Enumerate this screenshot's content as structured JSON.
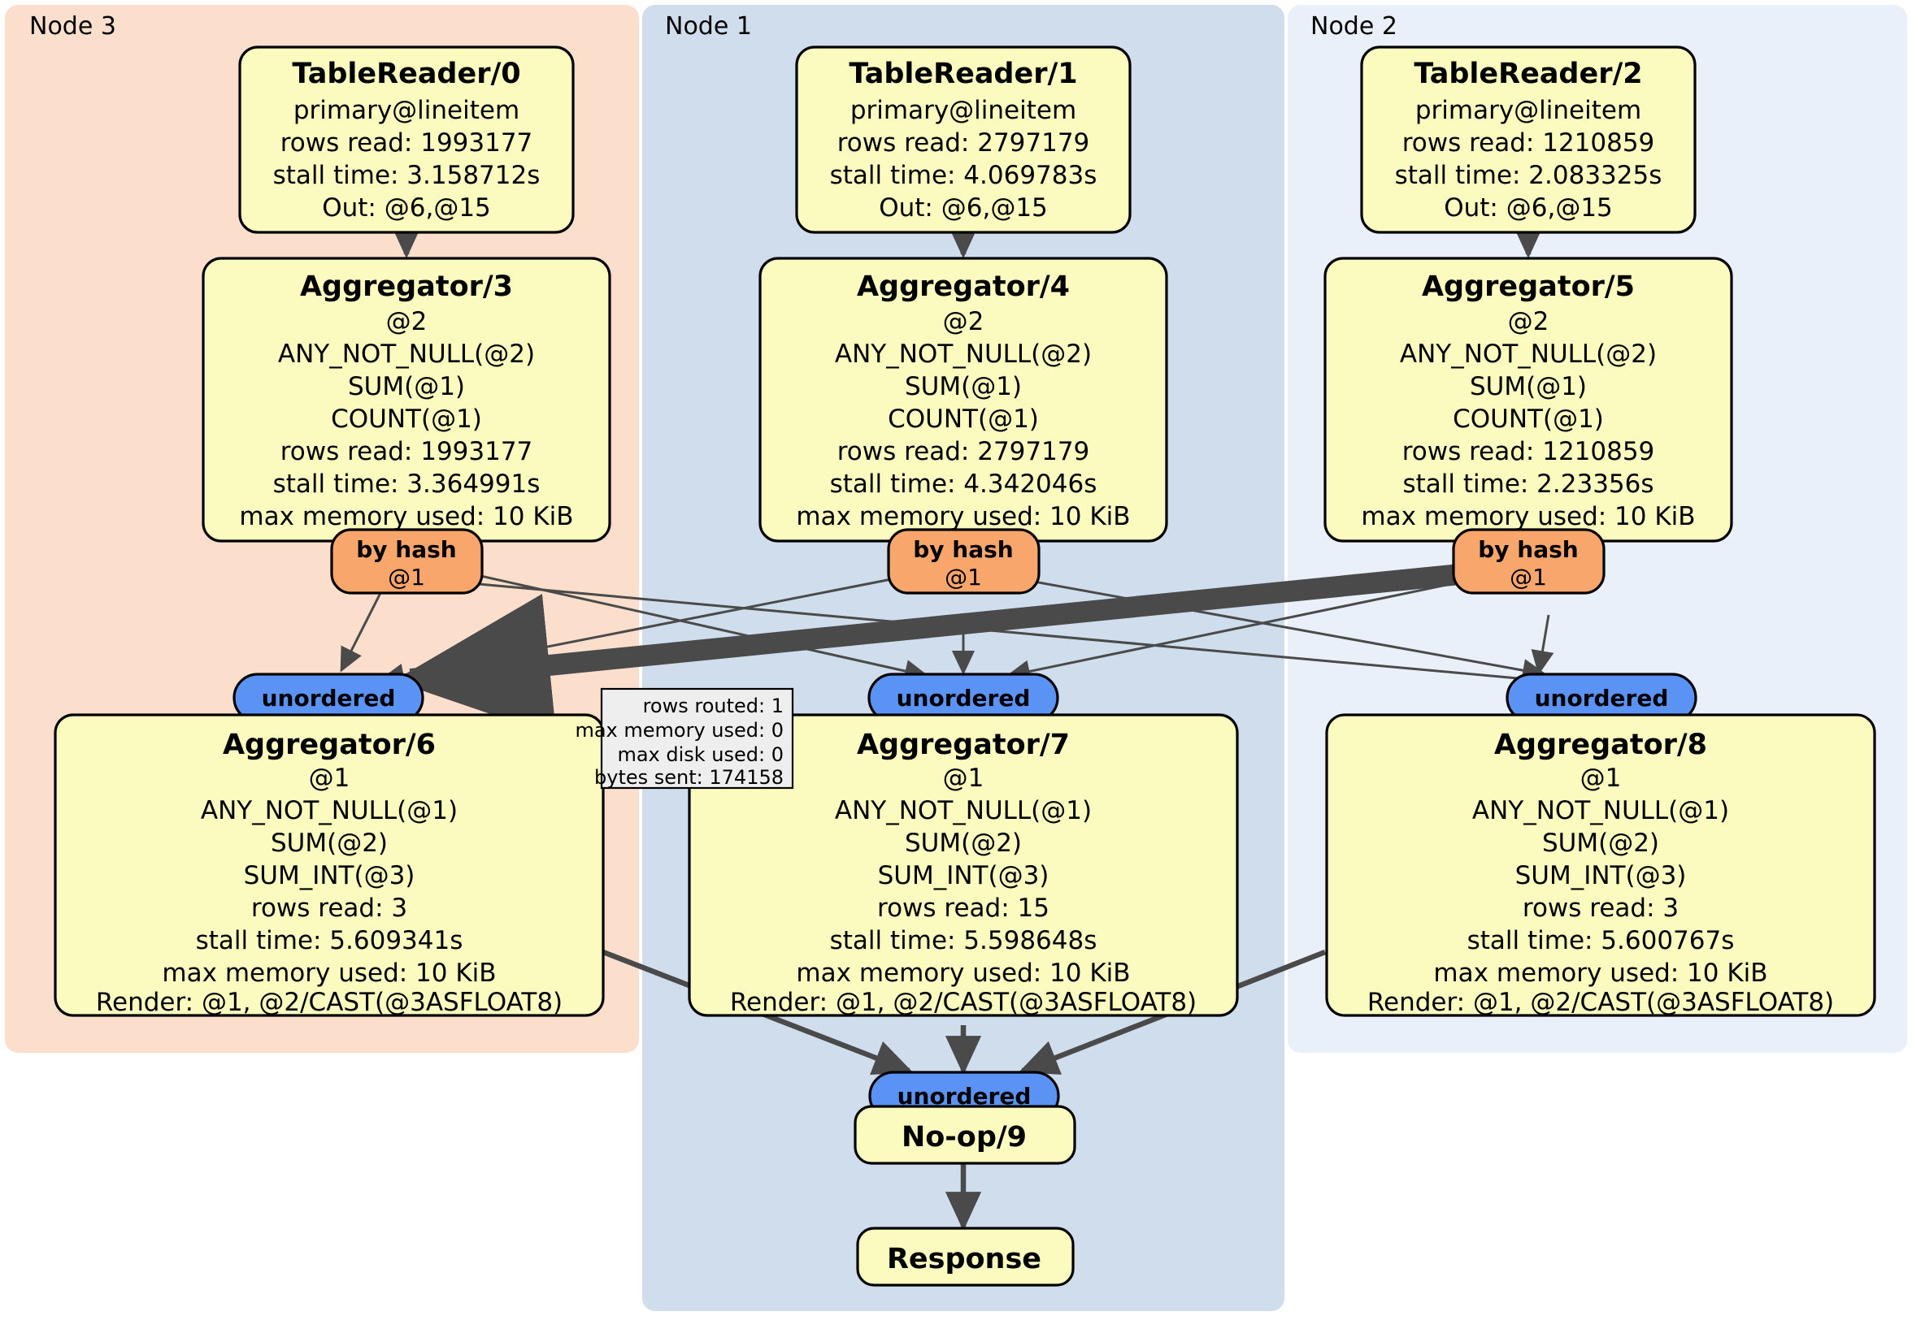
{
  "diagram": {
    "kind": "distributed-query-execution-plan",
    "clusters": [
      {
        "id": "node3",
        "label": "Node 3",
        "color": "#fbdfcc"
      },
      {
        "id": "node1",
        "label": "Node 1",
        "color": "#cfdded"
      },
      {
        "id": "node2",
        "label": "Node 2",
        "color": "#eaf0fa"
      }
    ],
    "node_fill": "#fbfbbf",
    "hash_fill": "#f9a66c",
    "unordered_fill": "#5b93f5",
    "edge_color": "#4a4a4a",
    "processors": [
      {
        "id": "tablereader0",
        "title": "TableReader/0",
        "cluster": "node3",
        "lines": [
          "primary@lineitem",
          "rows read: 1993177",
          "stall time: 3.158712s",
          "Out: @6,@15"
        ]
      },
      {
        "id": "tablereader1",
        "title": "TableReader/1",
        "cluster": "node1",
        "lines": [
          "primary@lineitem",
          "rows read: 2797179",
          "stall time: 4.069783s",
          "Out: @6,@15"
        ]
      },
      {
        "id": "tablereader2",
        "title": "TableReader/2",
        "cluster": "node2",
        "lines": [
          "primary@lineitem",
          "rows read: 1210859",
          "stall time: 2.083325s",
          "Out: @6,@15"
        ]
      },
      {
        "id": "aggregator3",
        "title": "Aggregator/3",
        "cluster": "node3",
        "lines": [
          "@2",
          "ANY_NOT_NULL(@2)",
          "SUM(@1)",
          "COUNT(@1)",
          "rows read: 1993177",
          "stall time: 3.364991s",
          "max memory used: 10 KiB"
        ]
      },
      {
        "id": "aggregator4",
        "title": "Aggregator/4",
        "cluster": "node1",
        "lines": [
          "@2",
          "ANY_NOT_NULL(@2)",
          "SUM(@1)",
          "COUNT(@1)",
          "rows read: 2797179",
          "stall time: 4.342046s",
          "max memory used: 10 KiB"
        ]
      },
      {
        "id": "aggregator5",
        "title": "Aggregator/5",
        "cluster": "node2",
        "lines": [
          "@2",
          "ANY_NOT_NULL(@2)",
          "SUM(@1)",
          "COUNT(@1)",
          "rows read: 1210859",
          "stall time: 2.23356s",
          "max memory used: 10 KiB"
        ]
      },
      {
        "id": "aggregator6",
        "title": "Aggregator/6",
        "cluster": "node3",
        "lines": [
          "@1",
          "ANY_NOT_NULL(@1)",
          "SUM(@2)",
          "SUM_INT(@3)",
          "rows read: 3",
          "stall time: 5.609341s",
          "max memory used: 10 KiB",
          "Render: @1, @2/CAST(@3ASFLOAT8)"
        ]
      },
      {
        "id": "aggregator7",
        "title": "Aggregator/7",
        "cluster": "node1",
        "lines": [
          "@1",
          "ANY_NOT_NULL(@1)",
          "SUM(@2)",
          "SUM_INT(@3)",
          "rows read: 15",
          "stall time: 5.598648s",
          "max memory used: 10 KiB",
          "Render: @1, @2/CAST(@3ASFLOAT8)"
        ]
      },
      {
        "id": "aggregator8",
        "title": "Aggregator/8",
        "cluster": "node2",
        "lines": [
          "@1",
          "ANY_NOT_NULL(@1)",
          "SUM(@2)",
          "SUM_INT(@3)",
          "rows read: 3",
          "stall time: 5.600767s",
          "max memory used: 10 KiB",
          "Render: @1, @2/CAST(@3ASFLOAT8)"
        ]
      },
      {
        "id": "noop9",
        "title": "No-op/9",
        "cluster": "node1",
        "lines": []
      },
      {
        "id": "response",
        "title": "Response",
        "cluster": "node1",
        "lines": []
      }
    ],
    "routers": [
      {
        "id": "byhash3",
        "title": "by hash",
        "sub": "@1",
        "cluster": "node3"
      },
      {
        "id": "byhash4",
        "title": "by hash",
        "sub": "@1",
        "cluster": "node1"
      },
      {
        "id": "byhash5",
        "title": "by hash",
        "sub": "@1",
        "cluster": "node2"
      }
    ],
    "synchronizers": [
      {
        "id": "unordered6",
        "label": "unordered",
        "cluster": "node3"
      },
      {
        "id": "unordered7",
        "label": "unordered",
        "cluster": "node1"
      },
      {
        "id": "unordered8",
        "label": "unordered",
        "cluster": "node2"
      },
      {
        "id": "unordered9",
        "label": "unordered",
        "cluster": "node1"
      }
    ],
    "edge_stats_tooltip": {
      "lines": [
        "rows routed: 1",
        "max memory used: 0",
        "max disk used: 0",
        "bytes sent: 174158"
      ]
    }
  }
}
